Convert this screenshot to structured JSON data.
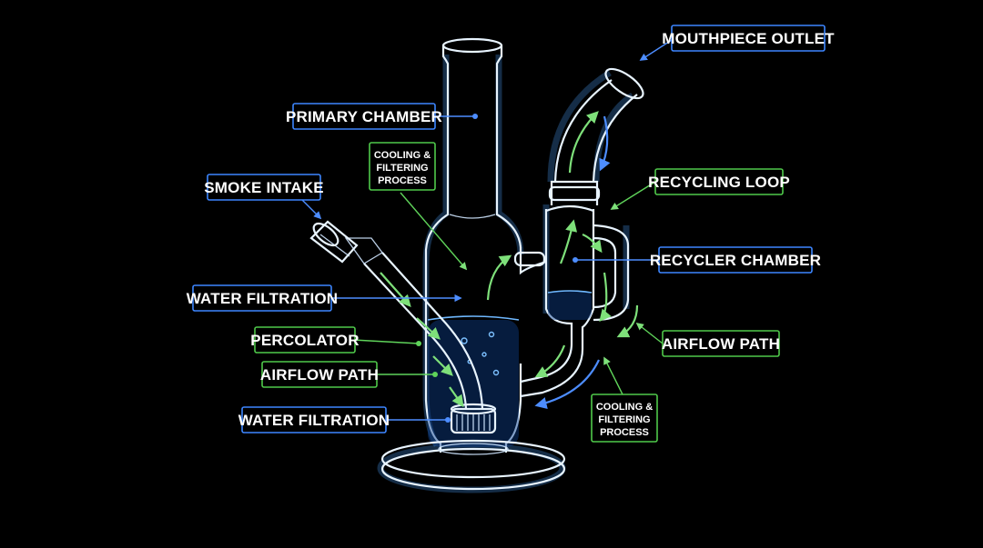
{
  "labels": {
    "mouthpiece_outlet": "MOUTHPIECE OUTLET",
    "primary_chamber": "PRIMARY CHAMBER",
    "smoke_intake": "SMOKE INTAKE",
    "cooling_top": [
      "COOLING &",
      "FILTERING",
      "PROCESS"
    ],
    "recycling_loop": "RECYCLING LOOP",
    "recycler_chamber": "RECYCLER CHAMBER",
    "water_filtration_upper": "WATER FILTRATION",
    "percolator": "PERCOLATOR",
    "airflow_path_left": "AIRFLOW PATH",
    "airflow_path_right": "AIRFLOW PATH",
    "water_filtration_lower": "WATER FILTRATION",
    "cooling_bottom": [
      "COOLING &",
      "FILTERING",
      "PROCESS"
    ]
  },
  "colors": {
    "background": "#000000",
    "glass": "#e8f4ff",
    "blue_accent": "#3d86ff",
    "green_accent": "#4fc94a",
    "water": "#0d3f8a"
  }
}
